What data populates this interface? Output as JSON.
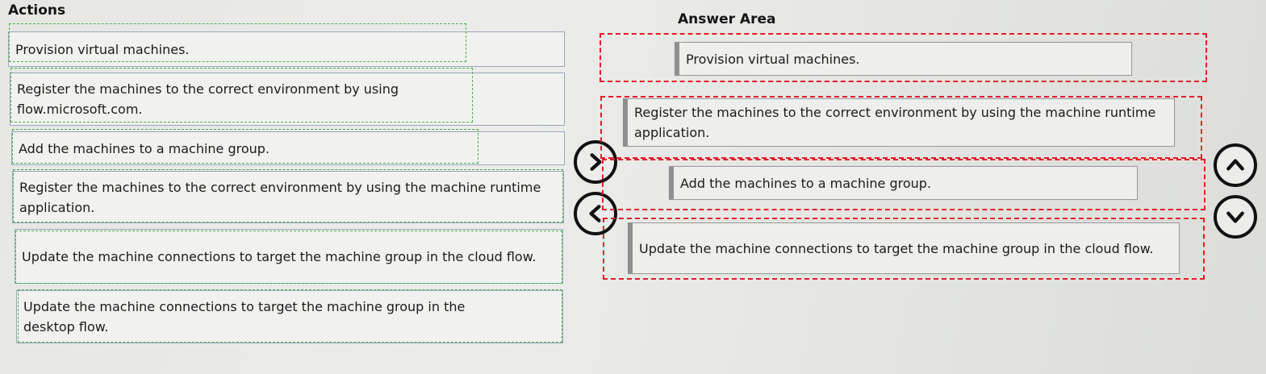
{
  "actions": {
    "heading": "Actions",
    "items": [
      {
        "label": "Provision virtual machines."
      },
      {
        "label": "Register the machines to the correct environment by using flow.microsoft.com."
      },
      {
        "label": "Add the machines to a machine group."
      },
      {
        "label": "Register the machines to the correct environment by using the machine runtime application."
      },
      {
        "label": "Update the machine connections to target the machine group in the cloud flow."
      },
      {
        "label": "Update the machine connections to target the machine group in the desktop flow."
      }
    ]
  },
  "answer_area": {
    "heading": "Answer Area",
    "items": [
      {
        "label": "Provision virtual machines."
      },
      {
        "label": "Register the machines to the correct environment by using the machine runtime application."
      },
      {
        "label": "Add the machines to a machine group."
      },
      {
        "label": "Update the machine connections to target the machine group in the cloud flow."
      }
    ]
  },
  "controls": {
    "move_right_icon": "chevron-right-icon",
    "move_left_icon": "chevron-left-icon",
    "move_up_icon": "chevron-up-icon",
    "move_down_icon": "chevron-down-icon"
  },
  "colors": {
    "drop_zone_outline": "#e21d2a",
    "selection_outline": "#4caf50",
    "item_border": "#9aa6bd"
  }
}
